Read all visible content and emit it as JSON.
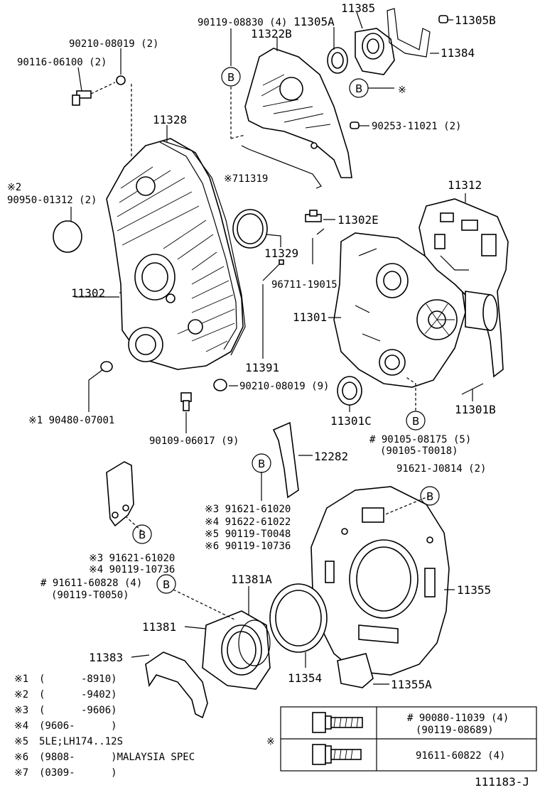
{
  "labels": {
    "p11385": "11385",
    "p11305b": "11305B",
    "p90119_08830": "90119-08830 (4)",
    "p11305a": "11305A",
    "p11322b": "11322B",
    "p90210_08019_2": "90210-08019 (2)",
    "p11384": "11384",
    "p90116_06100": "90116-06100 (2)",
    "p_b_mark": "※",
    "p11328": "11328",
    "p90253_11021": "90253-11021 (2)",
    "p711319": "※711319",
    "p_x2": "※2",
    "p90950_01312": "90950-01312 (2)",
    "p11312": "11312",
    "p11302e": "11302E",
    "p11329": "11329",
    "p96711_19015": "96711-19015",
    "p11302": "11302",
    "p11301": "11301",
    "p11391": "11391",
    "p90210_08019_9": "90210-08019 (9)",
    "p11301c": "11301C",
    "p11301b": "11301B",
    "p90480_07001": "※1  90480-07001",
    "p90109_06017": "90109-06017 (9)",
    "p90105_08175": "# 90105-08175 (5)",
    "p90105_t0018": "(90105-T0018)",
    "p12282": "12282",
    "p91621_j0814": "91621-J0814 (2)",
    "p91621_61020_a": "※3 91621-61020",
    "p91622_61022": "※4 91622-61022",
    "p90119_t0048": "※5 90119-T0048",
    "p90119_10736_a": "※6 90119-10736",
    "p91621_61020_b": "※3 91621-61020",
    "p90119_10736_b": "※4 90119-10736",
    "p91611_60828": "# 91611-60828 (4)",
    "p90119_t0050": "(90119-T0050)",
    "p11381a": "11381A",
    "p11355": "11355",
    "p11381": "11381",
    "p11383": "11383",
    "p11354": "11354",
    "p11355a": "11355A",
    "circle_b": "B",
    "diagram_id": "111183-J"
  },
  "notes": [
    {
      "mark": "※1",
      "text": "(      -8910)"
    },
    {
      "mark": "※2",
      "text": "(      -9402)"
    },
    {
      "mark": "※3",
      "text": "(      -9606)"
    },
    {
      "mark": "※4",
      "text": "(9606-      )"
    },
    {
      "mark": "※5",
      "text": "5LE;LH174..12S"
    },
    {
      "mark": "※6",
      "text": "(9808-      )MALAYSIA SPEC"
    },
    {
      "mark": "※7",
      "text": "(0309-      )"
    }
  ],
  "bolt_table": {
    "mark": "※",
    "rows": [
      {
        "part": "# 90080-11039 (4)",
        "alt": "(90119-08689)"
      },
      {
        "part": "91611-60822 (4)",
        "alt": ""
      }
    ]
  }
}
